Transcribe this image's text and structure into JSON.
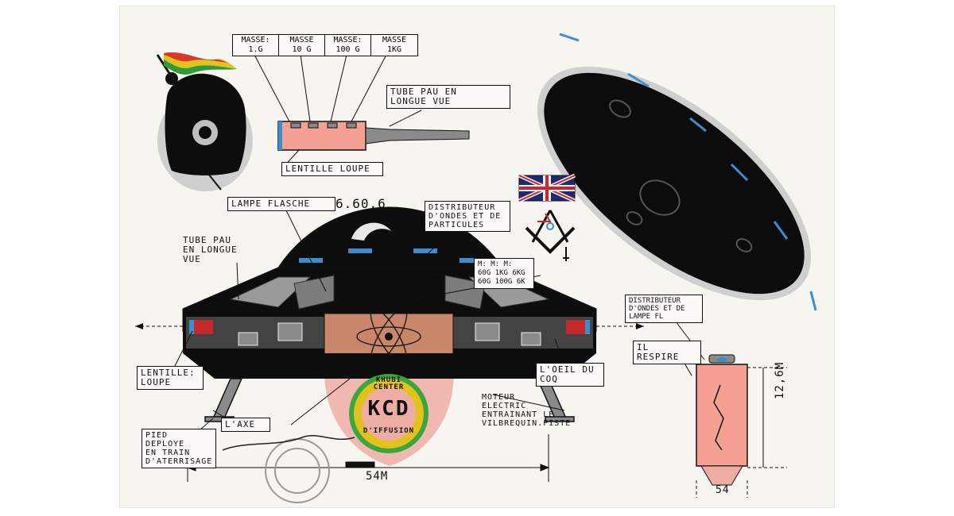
{
  "masses": [
    {
      "line1": "MASSE:",
      "line2": "1.G"
    },
    {
      "line1": "MASSE",
      "line2": "10 G"
    },
    {
      "line1": "MASSE:",
      "line2": "100 G"
    },
    {
      "line1": "MASSE",
      "line2": "1KG"
    }
  ],
  "labels": {
    "tube_pau_top": "TUBE PAU EN\nLONGUE VUE",
    "lentille_loupe_top": "LENTILLE LOUPE",
    "lampe_flasche": "LAMPE FLASCHE",
    "lampe_code": "6.60.6",
    "distributeur_center": "DISTRIBUTEUR\nD'ONDES et DE\nPARTICULES",
    "tube_pau_left": "TUBE PAU\nEN LONGUE\nVUE",
    "mass_table": "M:  M: M:\n60G 1KG 6KG\n60g 100g 6k",
    "lentille_loupe_left": "LENTILLE:\nLOUPE",
    "l_oeil": "L'OEIL DU\nCOQ",
    "moteur": "MOTEUR\nELECTRIC\nENTRAINANT LE\nVILBREQUIN.PISTE",
    "l_axe": "L'AXE",
    "pied": "PIED DEPLOYE\nEN TRAIN\nD'ATERRISAGE",
    "distributeur_right": "DISTRIBUTEUR\nD'ONDES et DE\nLAMPE FL",
    "il_respire": "IL RESPIRE",
    "dim_width": "54m",
    "dim_height": "12,6m",
    "dim_small": "54",
    "logo_top": "KHUBI CENTER",
    "logo_mid": "KCD",
    "logo_bottom": "D'IFFUSION"
  }
}
